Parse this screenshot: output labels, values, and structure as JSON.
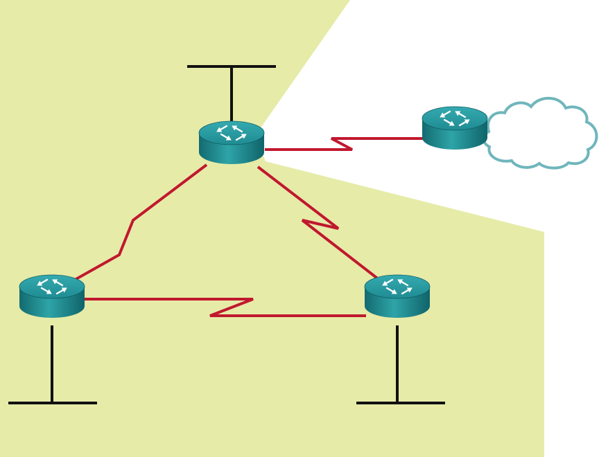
{
  "colors": {
    "background": "#ffffff",
    "area_fill": "#e6eba8",
    "serial_link": "#c0182e",
    "ethernet": "#111111",
    "router_top": "#2a9ba0",
    "router_body": "#1b7e84",
    "router_bottom_edge": "#0e5c62",
    "router_arrows": "#ffffff",
    "cloud_stroke": "#6fb6bb",
    "cloud_fill": "#ffffff"
  },
  "diagram": {
    "routers": [
      {
        "id": "r-top",
        "icon": "router-icon"
      },
      {
        "id": "r-left",
        "icon": "router-icon"
      },
      {
        "id": "r-right",
        "icon": "router-icon"
      },
      {
        "id": "r-isp",
        "icon": "router-icon"
      }
    ],
    "links": [
      {
        "from": "r-top",
        "to": "r-left",
        "type": "serial"
      },
      {
        "from": "r-top",
        "to": "r-right",
        "type": "serial"
      },
      {
        "from": "r-left",
        "to": "r-right",
        "type": "serial"
      },
      {
        "from": "r-top",
        "to": "r-isp",
        "type": "serial"
      }
    ],
    "lans": [
      {
        "router": "r-top",
        "type": "ethernet"
      },
      {
        "router": "r-left",
        "type": "ethernet"
      },
      {
        "router": "r-right",
        "type": "ethernet"
      }
    ],
    "cloud": {
      "icon": "cloud-icon",
      "attached_to": "r-isp"
    }
  }
}
